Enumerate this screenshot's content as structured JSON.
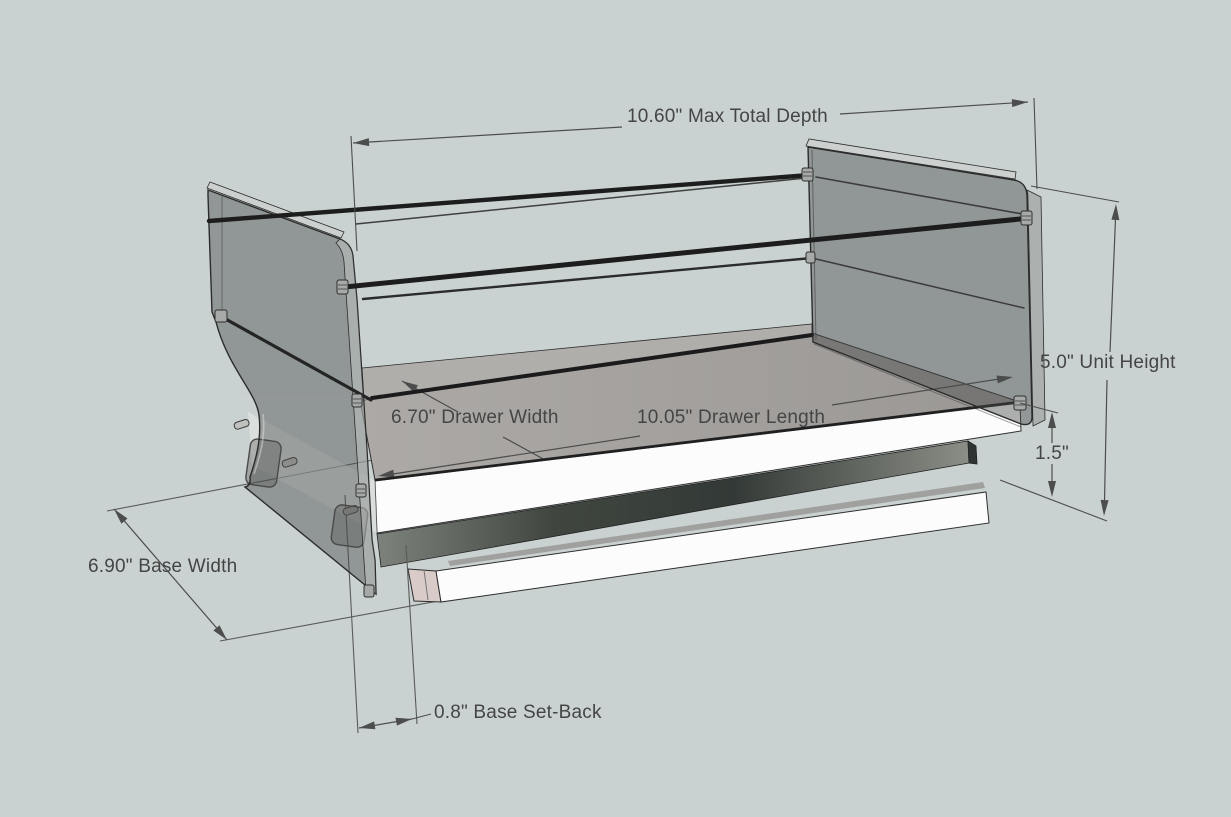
{
  "dimensions": {
    "max_total_depth": "10.60\" Max Total Depth",
    "unit_height": "5.0\" Unit Height",
    "drawer_to_base_height": "1.5\"",
    "drawer_width": "6.70\" Drawer Width",
    "drawer_length": "10.05\" Drawer Length",
    "base_width": "6.90\" Base Width",
    "base_setback": "0.8\" Base Set-Back"
  },
  "colors": {
    "background": "#c9d2d1",
    "dimension_line": "#4d4d4d",
    "label_text": "#454545",
    "panel_translucent_gray": "#6f7372",
    "drawer_floor_gray": "#a5a29f",
    "face_white": "#fbfcfb",
    "slide_dark_gray": "#3e4440",
    "base_end_pink": "#d8cbc8",
    "rail_black": "#1d1d1d"
  }
}
